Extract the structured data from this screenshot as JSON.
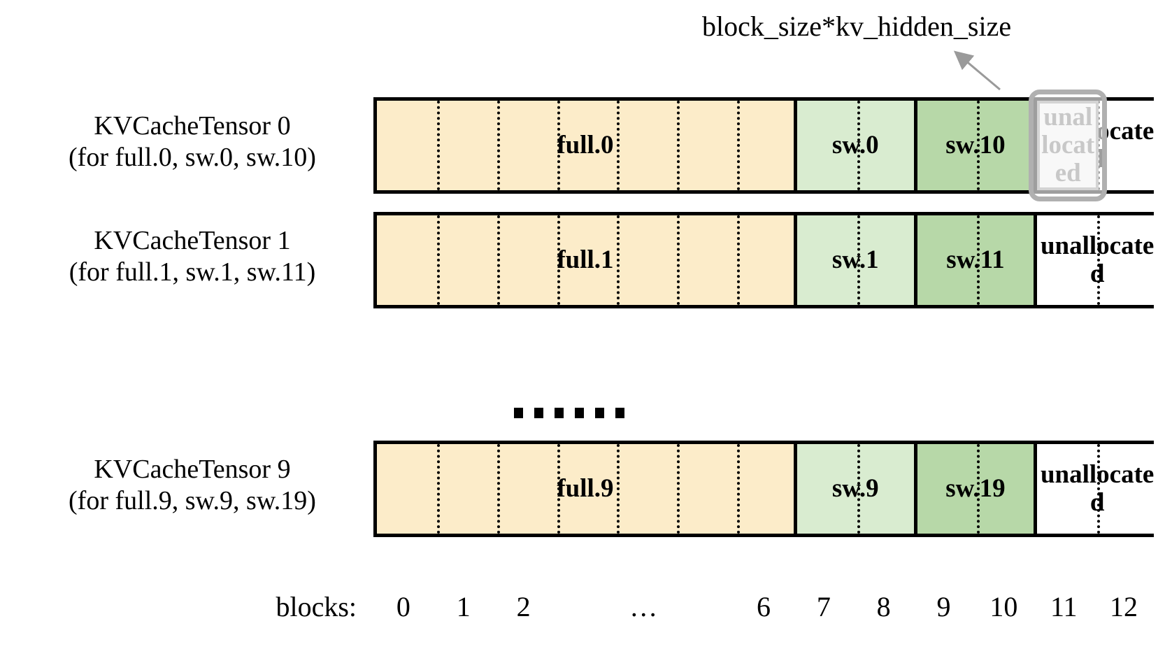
{
  "figure": {
    "annotation": "block_size*kv_hidden_size",
    "ellipsis_label": "......",
    "axis_title": "blocks:",
    "block_ticks": [
      "0",
      "1",
      "2",
      "…",
      "6",
      "7",
      "8",
      "9",
      "10",
      "11",
      "12"
    ],
    "colors": {
      "full": "#fcecc9",
      "sw_light": "#d9ecd0",
      "sw_dark": "#b7d8a8",
      "unallocated": "#ffffff",
      "border": "#000000",
      "highlight": "#b0b0b0",
      "highlight_fill": "#ededed",
      "highlight_text": "#6e6e6e"
    }
  },
  "rows": [
    {
      "label_line1": "KVCacheTensor 0",
      "label_line2": "(for full.0, sw.0, sw.10)",
      "cells": [
        {
          "text": "full.0",
          "kind": "full",
          "blocks": 7
        },
        {
          "text": "sw.0",
          "kind": "sw",
          "blocks": 2
        },
        {
          "text": "sw.10",
          "kind": "sw2",
          "blocks": 2
        },
        {
          "text": "unallocated",
          "kind": "unalloc",
          "blocks": 2
        }
      ],
      "highlighted_block": 11
    },
    {
      "label_line1": "KVCacheTensor 1",
      "label_line2": "(for full.1, sw.1, sw.11)",
      "cells": [
        {
          "text": "full.1",
          "kind": "full",
          "blocks": 7
        },
        {
          "text": "sw.1",
          "kind": "sw",
          "blocks": 2
        },
        {
          "text": "sw.11",
          "kind": "sw2",
          "blocks": 2
        },
        {
          "text": "unallocated",
          "kind": "unalloc",
          "blocks": 2
        }
      ],
      "highlighted_block": null
    },
    {
      "label_line1": "KVCacheTensor 9",
      "label_line2": "(for full.9, sw.9, sw.19)",
      "cells": [
        {
          "text": "full.9",
          "kind": "full",
          "blocks": 7
        },
        {
          "text": "sw.9",
          "kind": "sw",
          "blocks": 2
        },
        {
          "text": "sw.19",
          "kind": "sw2",
          "blocks": 2
        },
        {
          "text": "unallocated",
          "kind": "unalloc",
          "blocks": 2
        }
      ],
      "highlighted_block": null
    }
  ]
}
